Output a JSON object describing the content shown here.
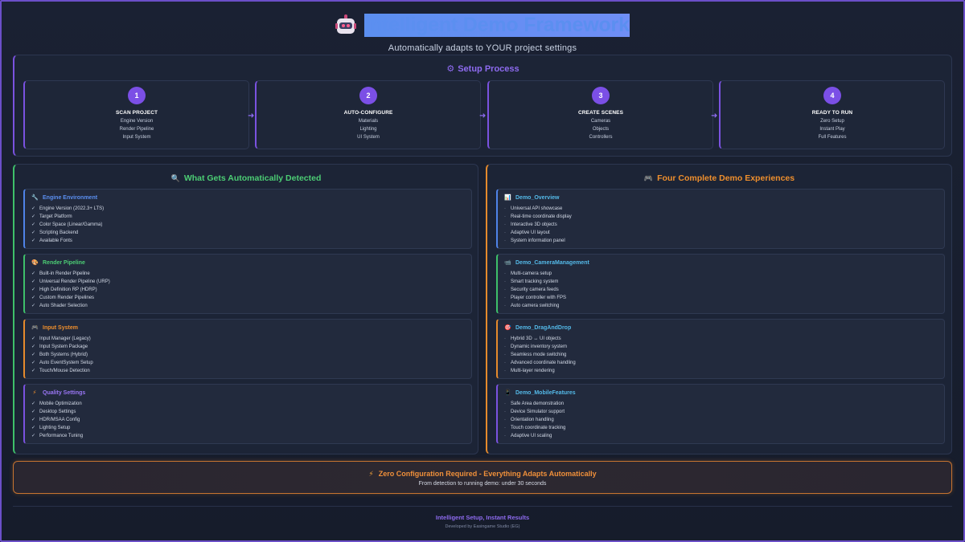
{
  "header": {
    "icon": "robot-icon",
    "title": "Intelligent Demo Framework",
    "subtitle": "Automatically adapts to YOUR project settings"
  },
  "setup": {
    "title": "Setup Process",
    "icon": "gear-icon",
    "steps": [
      {
        "num": "1",
        "title": "SCAN PROJECT",
        "items": [
          "Engine Version",
          "Render Pipeline",
          "Input System"
        ]
      },
      {
        "num": "2",
        "title": "AUTO-CONFIGURE",
        "items": [
          "Materials",
          "Lighting",
          "UI System"
        ]
      },
      {
        "num": "3",
        "title": "CREATE SCENES",
        "items": [
          "Cameras",
          "Objects",
          "Controllers"
        ]
      },
      {
        "num": "4",
        "title": "READY TO RUN",
        "items": [
          "Zero Setup",
          "Instant Play",
          "Full Features"
        ]
      }
    ]
  },
  "detected": {
    "title": "What Gets Automatically Detected",
    "icon": "magnifier-icon",
    "cards": [
      {
        "title": "Engine Environment",
        "icon": "wrench-icon",
        "items": [
          "Engine Version (2022.3+ LTS)",
          "Target Platform",
          "Color Space (Linear/Gamma)",
          "Scripting Backend",
          "Available Fonts"
        ]
      },
      {
        "title": "Render Pipeline",
        "icon": "palette-icon",
        "items": [
          "Built-in Render Pipeline",
          "Universal Render Pipeline (URP)",
          "High Definition RP (HDRP)",
          "Custom Render Pipelines",
          "Auto Shader Selection"
        ]
      },
      {
        "title": "Input System",
        "icon": "gamepad-icon",
        "items": [
          "Input Manager (Legacy)",
          "Input System Package",
          "Both Systems (Hybrid)",
          "Auto EventSystem Setup",
          "Touch/Mouse Detection"
        ]
      },
      {
        "title": "Quality Settings",
        "icon": "lightning-icon",
        "items": [
          "Mobile Optimization",
          "Desktop Settings",
          "HDR/MSAA Config",
          "Lighting Setup",
          "Performance Tuning"
        ]
      }
    ],
    "check": "✓"
  },
  "experiences": {
    "title": "Four Complete Demo Experiences",
    "icon": "gamepad-icon",
    "cards": [
      {
        "title": "Demo_Overview",
        "icon": "chart-icon",
        "items": [
          "Universal API showcase",
          "Real-time coordinate display",
          "Interactive 3D objects",
          "Adaptive UI layout",
          "System information panel"
        ]
      },
      {
        "title": "Demo_CameraManagement",
        "icon": "camera-icon",
        "items": [
          "Multi-camera setup",
          "Smart tracking system",
          "Security camera feeds",
          "Player controller with FPS",
          "Auto camera switching"
        ]
      },
      {
        "title": "Demo_DragAndDrop",
        "icon": "target-icon",
        "items": [
          "Hybrid 3D ↔ UI objects",
          "Dynamic inventory system",
          "Seamless mode switching",
          "Advanced coordinate handling",
          "Multi-layer rendering"
        ]
      },
      {
        "title": "Demo_MobileFeatures",
        "icon": "phone-icon",
        "items": [
          "Safe Area demonstration",
          "Device Simulator support",
          "Orientation handling",
          "Touch coordinate tracking",
          "Adaptive UI scaling"
        ]
      }
    ],
    "bullet": "·"
  },
  "banner": {
    "title": "Zero Configuration Required - Everything Adapts Automatically",
    "icon": "lightning-icon",
    "subtitle": "From detection to running demo: under 30 seconds"
  },
  "footer": {
    "title": "Intelligent Setup, Instant Results",
    "subtitle": "Developed by Easingame Studio (EG)"
  },
  "colors": {
    "accent_purple": "#7a52e0",
    "title_blue": "#5b8ff0",
    "green": "#3ec06a",
    "orange": "#e58a2c",
    "background": "#161d2d"
  }
}
